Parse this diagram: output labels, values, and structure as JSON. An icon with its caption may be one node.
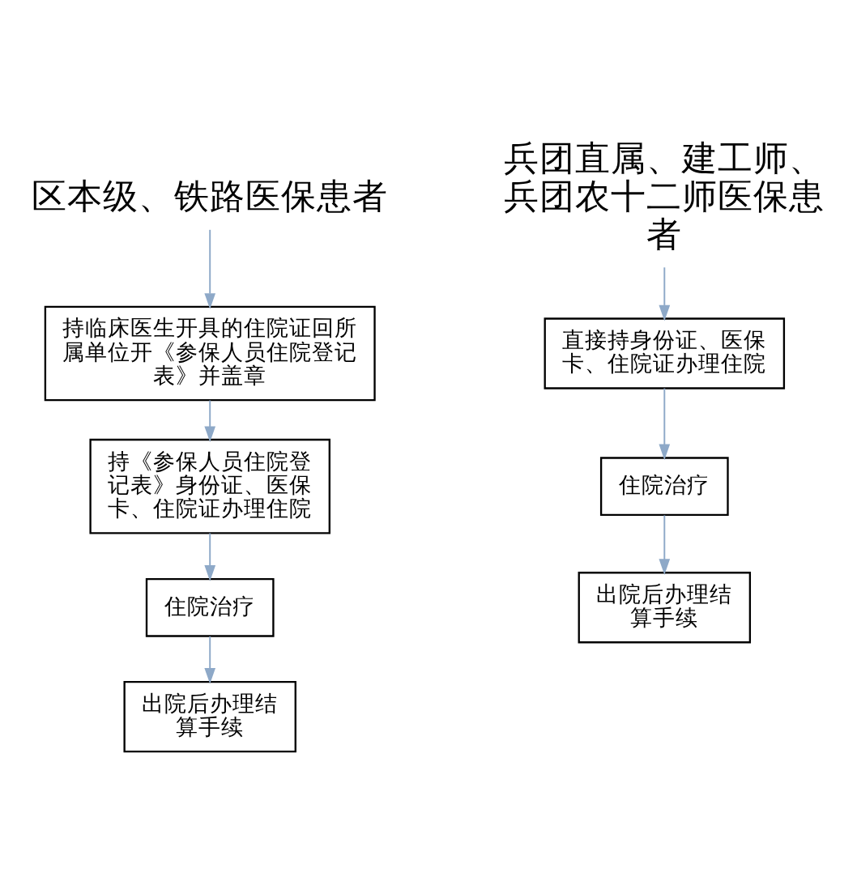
{
  "diagram": {
    "nodes": [
      {
        "text": [
          "区本级、铁路医保患者"
        ]
      },
      {
        "text": [
          "持临床医生开具的住院证回所属单位开《参保人员住院登记表》并盖章"
        ]
      },
      {
        "text": [
          "持《参保人员住院登记表》身份证、医保卡、住院证办理住院"
        ]
      },
      {
        "text": [
          "住院治疗"
        ]
      },
      {
        "text": [
          "出院后办理结算手续"
        ]
      },
      {
        "text": [
          "兵团直属、建工师、兵团农十二师医保患者"
        ]
      },
      {
        "text": [
          "直接持身份证、医保卡、住院证办理住院"
        ]
      },
      {
        "text": [
          "住院治疗"
        ]
      },
      {
        "text": [
          "出院后办理结算手续"
        ]
      }
    ],
    "edges": [
      {
        "from": 0,
        "to": 1,
        "arrow": "to"
      },
      {
        "from": 1,
        "to": 2,
        "arrow": "to"
      },
      {
        "from": 2,
        "to": 3,
        "arrow": "to"
      },
      {
        "from": 3,
        "to": 4,
        "arrow": "to"
      },
      {
        "from": 5,
        "to": 6,
        "arrow": "to"
      },
      {
        "from": 6,
        "to": 7,
        "arrow": "to"
      },
      {
        "from": 7,
        "to": 8,
        "arrow": "to"
      }
    ]
  }
}
